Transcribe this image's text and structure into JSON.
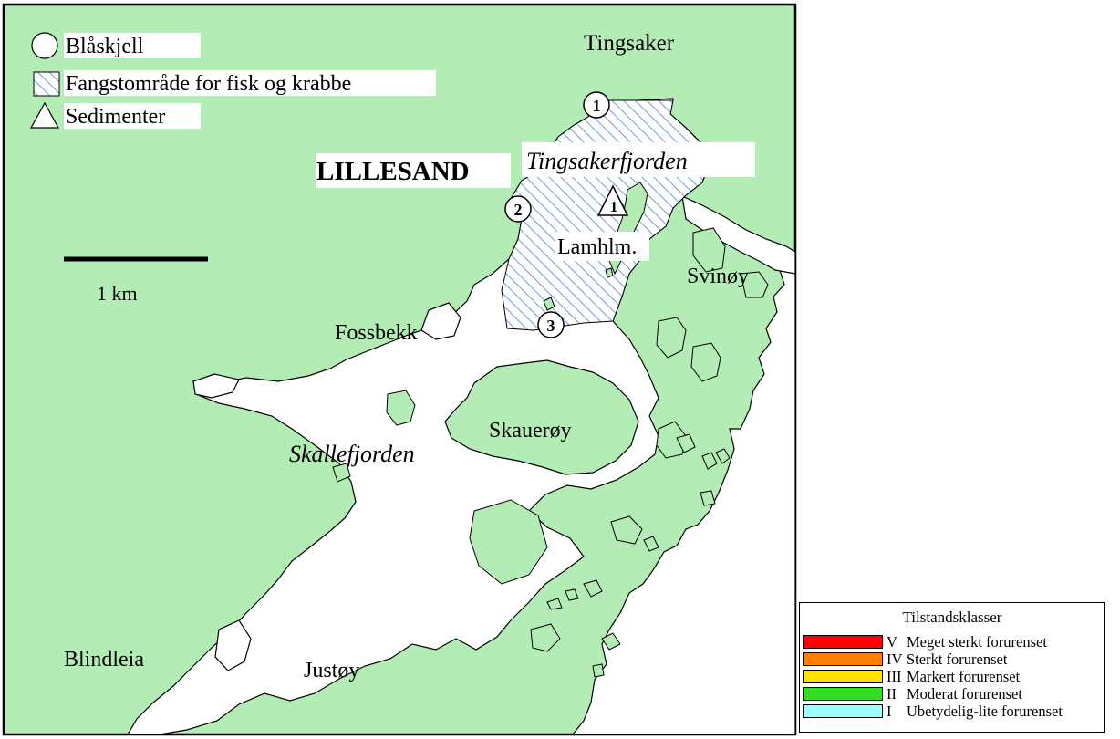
{
  "legend": {
    "items": [
      {
        "icon": "circle-icon",
        "label": "Blåskjell"
      },
      {
        "icon": "hatched-square-icon",
        "label": "Fangstområde for fisk og krabbe"
      },
      {
        "icon": "triangle-icon",
        "label": "Sedimenter"
      }
    ]
  },
  "scale_bar": {
    "label": "1 km"
  },
  "places": {
    "lillesand": "LILLESAND",
    "tingsaker": "Tingsaker",
    "tingsakerfjorden": "Tingsakerfjorden",
    "lamhlm": "Lamhlm.",
    "svinoy": "Svinøy",
    "fossbekk": "Fossbekk",
    "skauerøy": "Skauerøy",
    "skallefjorden": "Skallefjorden",
    "blindleia": "Blindleia",
    "justoy": "Justøy"
  },
  "stations": {
    "mussel": [
      "1",
      "2",
      "3"
    ],
    "sediment": [
      "1"
    ]
  },
  "colors": {
    "land": "#b3ecb5",
    "sea": "#ffffff",
    "hatch": "#6d9be0"
  },
  "condition_classes": {
    "title": "Tilstandsklasser",
    "items": [
      {
        "roman": "V",
        "label": "Meget sterkt forurenset",
        "color": "#ff0000"
      },
      {
        "roman": "IV",
        "label": "Sterkt forurenset",
        "color": "#ff7f00"
      },
      {
        "roman": "III",
        "label": "Markert forurenset",
        "color": "#ffe000"
      },
      {
        "roman": "II",
        "label": "Moderat forurenset",
        "color": "#33dd22"
      },
      {
        "roman": "I",
        "label": "Ubetydelig-lite forurenset",
        "color": "#99ffff"
      }
    ]
  }
}
